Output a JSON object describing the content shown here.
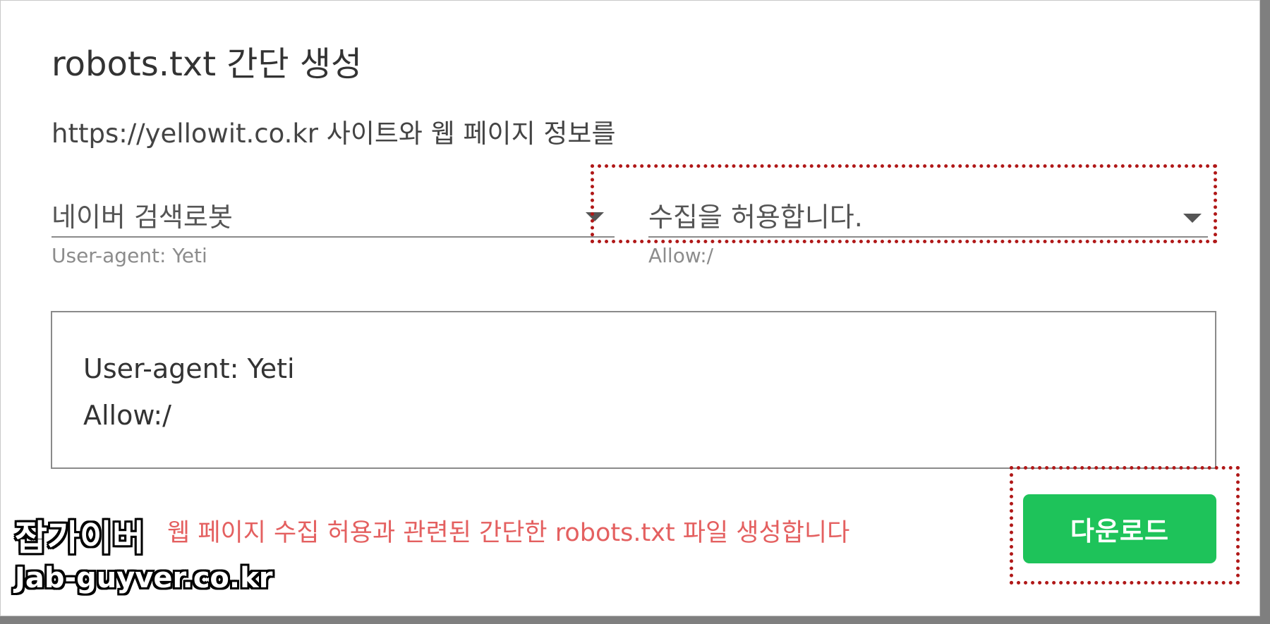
{
  "title": "robots.txt 간단 생성",
  "description": "https://yellowit.co.kr 사이트와 웹 페이지 정보를",
  "robot_select": {
    "value": "네이버 검색로봇",
    "help": "User-agent: Yeti"
  },
  "permission_select": {
    "value": "수집을 허용합니다.",
    "help": "Allow:/"
  },
  "output": {
    "lines": [
      "User-agent: Yeti",
      "Allow:/"
    ]
  },
  "note": "웹 페이지 수집 허용과 관련된 간단한 robots.txt 파일 생성합니다",
  "download_label": "다운로드",
  "watermark": {
    "line1": "잡가이버",
    "line2": "Jab-guyver.co.kr"
  },
  "colors": {
    "button": "#1ec35a",
    "note": "#e46060",
    "highlight": "#b01818"
  }
}
